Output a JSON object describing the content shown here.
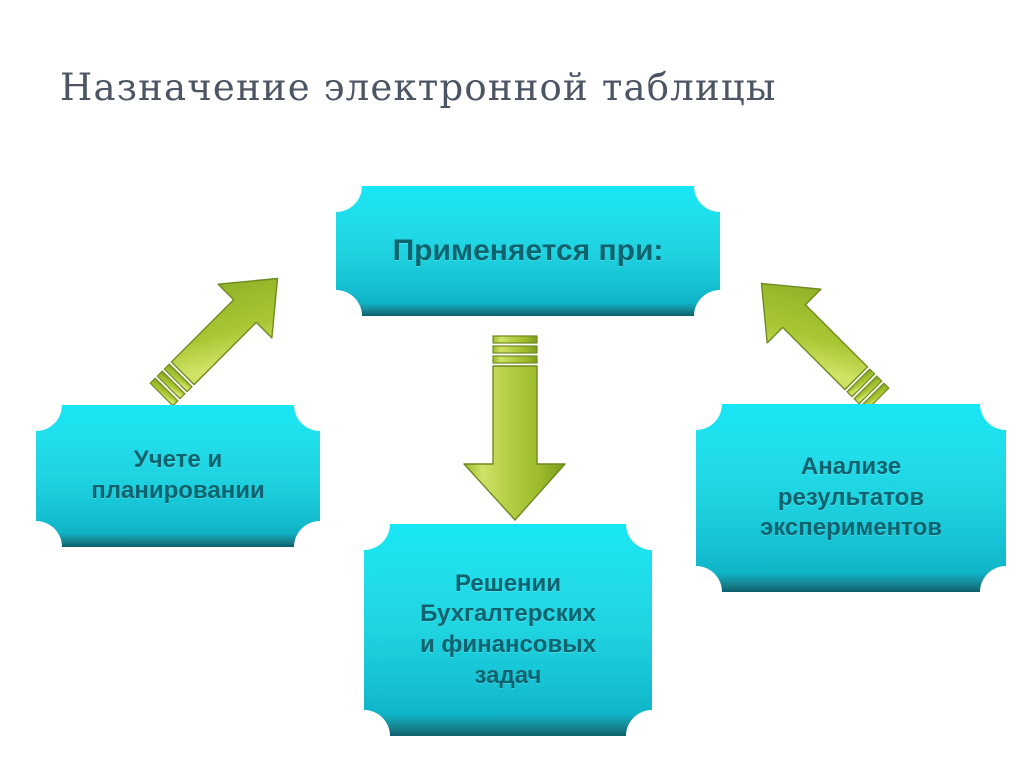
{
  "slide": {
    "title": "Назначение электронной таблицы",
    "background_color": "#ffffff",
    "title_color": "#4c5564"
  },
  "theme": {
    "box_fill_top": "#17e6f5",
    "box_fill_bottom": "#0d5f6b",
    "box_text_color": "#0f636e",
    "arrow_fill_light": "#c3d84e",
    "arrow_fill_mid": "#a8c63a",
    "arrow_fill_dark": "#7d9a22",
    "arrow_outline": "#6f8a1e"
  },
  "diagram": {
    "type": "flow",
    "root": {
      "label": "Применяется при:",
      "lines": [
        "Применяется при:"
      ]
    },
    "branches": [
      {
        "id": "left",
        "label": "Учете и планировании",
        "lines": [
          "Учете и",
          "планировании"
        ],
        "arrow": "arrow-down-left"
      },
      {
        "id": "center",
        "label": "Решении Бухгалтерских и финансовых задач",
        "lines": [
          "Решении",
          "Бухгалтерских",
          "и финансовых",
          "задач"
        ],
        "arrow": "arrow-down"
      },
      {
        "id": "right",
        "label": "Анализе результатов экспериментов",
        "lines": [
          "Анализе",
          "результатов",
          "экспериментов"
        ],
        "arrow": "arrow-down-right"
      }
    ]
  }
}
